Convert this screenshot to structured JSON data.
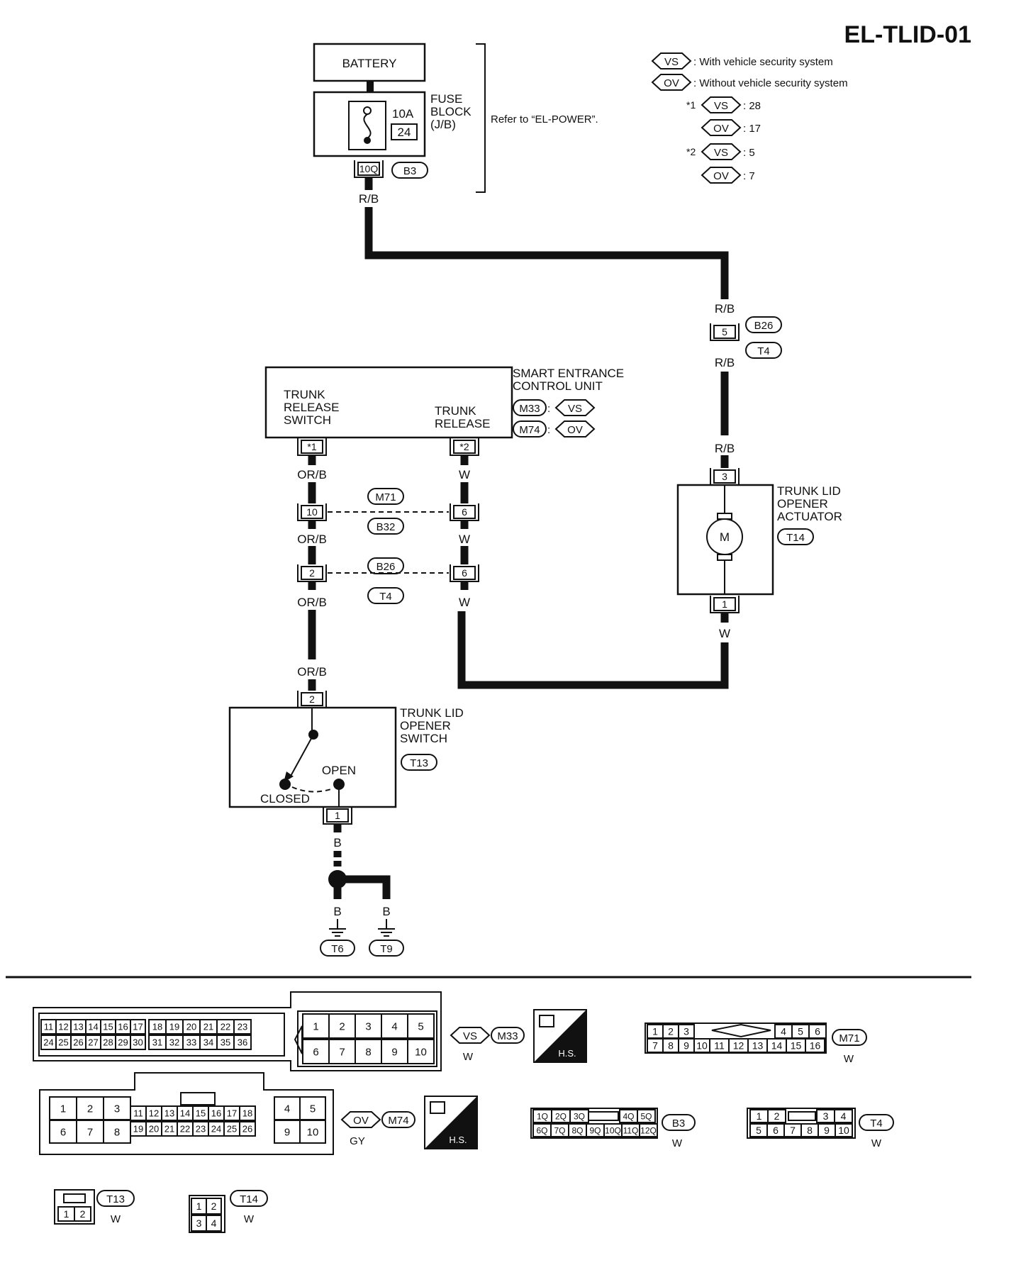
{
  "header": {
    "title": "EL-TLID-01"
  },
  "legend": {
    "vs_badge": "VS",
    "ov_badge": "OV",
    "vs_desc": ": With vehicle security system",
    "ov_desc": ": Without vehicle security system",
    "note1": "*1",
    "note1_vs": ": 28",
    "note1_ov": ": 17",
    "note2": "*2",
    "note2_vs": ": 5",
    "note2_ov": ": 7"
  },
  "battery": {
    "label": "BATTERY"
  },
  "fuse": {
    "line1": "FUSE",
    "line2": "BLOCK",
    "line3": "(J/B)",
    "amp": "10A",
    "num": "24",
    "pin": "10Q",
    "conn": "B3",
    "ref": "Refer to “EL-POWER”."
  },
  "wires": {
    "rb": "R/B",
    "orb": "OR/B",
    "w": "W",
    "b": "B"
  },
  "joint": {
    "pin": "5",
    "conn_a": "B26",
    "conn_b": "T4"
  },
  "secu": {
    "l1": "SMART ENTRANCE",
    "l2": "CONTROL UNIT",
    "m33": "M33",
    "m74": "M74",
    "colon": ":",
    "sw_l1": "TRUNK",
    "sw_l2": "RELEASE",
    "sw_l3": "SWITCH",
    "rel_l1": "TRUNK",
    "rel_l2": "RELEASE",
    "pin1": "*1",
    "pin2": "*2"
  },
  "conn_m71": {
    "label": "M71",
    "left_pin": "10",
    "right_pin": "6",
    "label_b": "B32"
  },
  "conn_b26": {
    "label": "B26",
    "left_pin": "2",
    "right_pin": "6",
    "label_b": "T4"
  },
  "actuator": {
    "l1": "TRUNK LID",
    "l2": "OPENER",
    "l3": "ACTUATOR",
    "conn": "T14",
    "pin_top": "3",
    "pin_bot": "1",
    "motor": "M"
  },
  "opener_switch": {
    "l1": "TRUNK LID",
    "l2": "OPENER",
    "l3": "SWITCH",
    "conn": "T13",
    "pin_top": "2",
    "pin_bot": "1",
    "open": "OPEN",
    "closed": "CLOSED"
  },
  "grounds": {
    "g1": "T6",
    "g2": "T9"
  },
  "connector_views": {
    "m33": {
      "top_left": [
        "11",
        "12",
        "13",
        "14",
        "15",
        "16",
        "17",
        "18",
        "19",
        "20",
        "21",
        "22",
        "23"
      ],
      "bot_left": [
        "24",
        "25",
        "26",
        "27",
        "28",
        "29",
        "30",
        "31",
        "32",
        "33",
        "34",
        "35",
        "36"
      ],
      "top_right": [
        "1",
        "2",
        "3",
        "4",
        "5"
      ],
      "bot_right": [
        "6",
        "7",
        "8",
        "9",
        "10"
      ],
      "badge": "VS",
      "id": "M33",
      "color": "W"
    },
    "hs": "H.S.",
    "m71": {
      "top": [
        "1",
        "2",
        "3",
        "4",
        "5",
        "6"
      ],
      "bot": [
        "7",
        "8",
        "9",
        "10",
        "11",
        "12",
        "13",
        "14",
        "15",
        "16"
      ],
      "id": "M71",
      "color": "W"
    },
    "m74": {
      "top_left": [
        "1",
        "2",
        "3"
      ],
      "bot_left": [
        "6",
        "7",
        "8"
      ],
      "mid_top": [
        "11",
        "12",
        "13",
        "14",
        "15",
        "16",
        "17",
        "18"
      ],
      "mid_bot": [
        "19",
        "20",
        "21",
        "22",
        "23",
        "24",
        "25",
        "26"
      ],
      "top_right": [
        "4",
        "5"
      ],
      "bot_right": [
        "9",
        "10"
      ],
      "badge": "OV",
      "id": "M74",
      "color": "GY"
    },
    "b3": {
      "top": [
        "1Q",
        "2Q",
        "3Q",
        "4Q",
        "5Q"
      ],
      "bot": [
        "6Q",
        "7Q",
        "8Q",
        "9Q",
        "10Q",
        "11Q",
        "12Q"
      ],
      "id": "B3",
      "color": "W"
    },
    "t4": {
      "top": [
        "1",
        "2",
        "3",
        "4"
      ],
      "bot": [
        "5",
        "6",
        "7",
        "8",
        "9",
        "10"
      ],
      "id": "T4",
      "color": "W"
    },
    "t13": {
      "pins": [
        "1",
        "2"
      ],
      "id": "T13",
      "color": "W"
    },
    "t14": {
      "top": [
        "1",
        "2"
      ],
      "bot": [
        "3",
        "4"
      ],
      "id": "T14",
      "color": "W"
    }
  }
}
